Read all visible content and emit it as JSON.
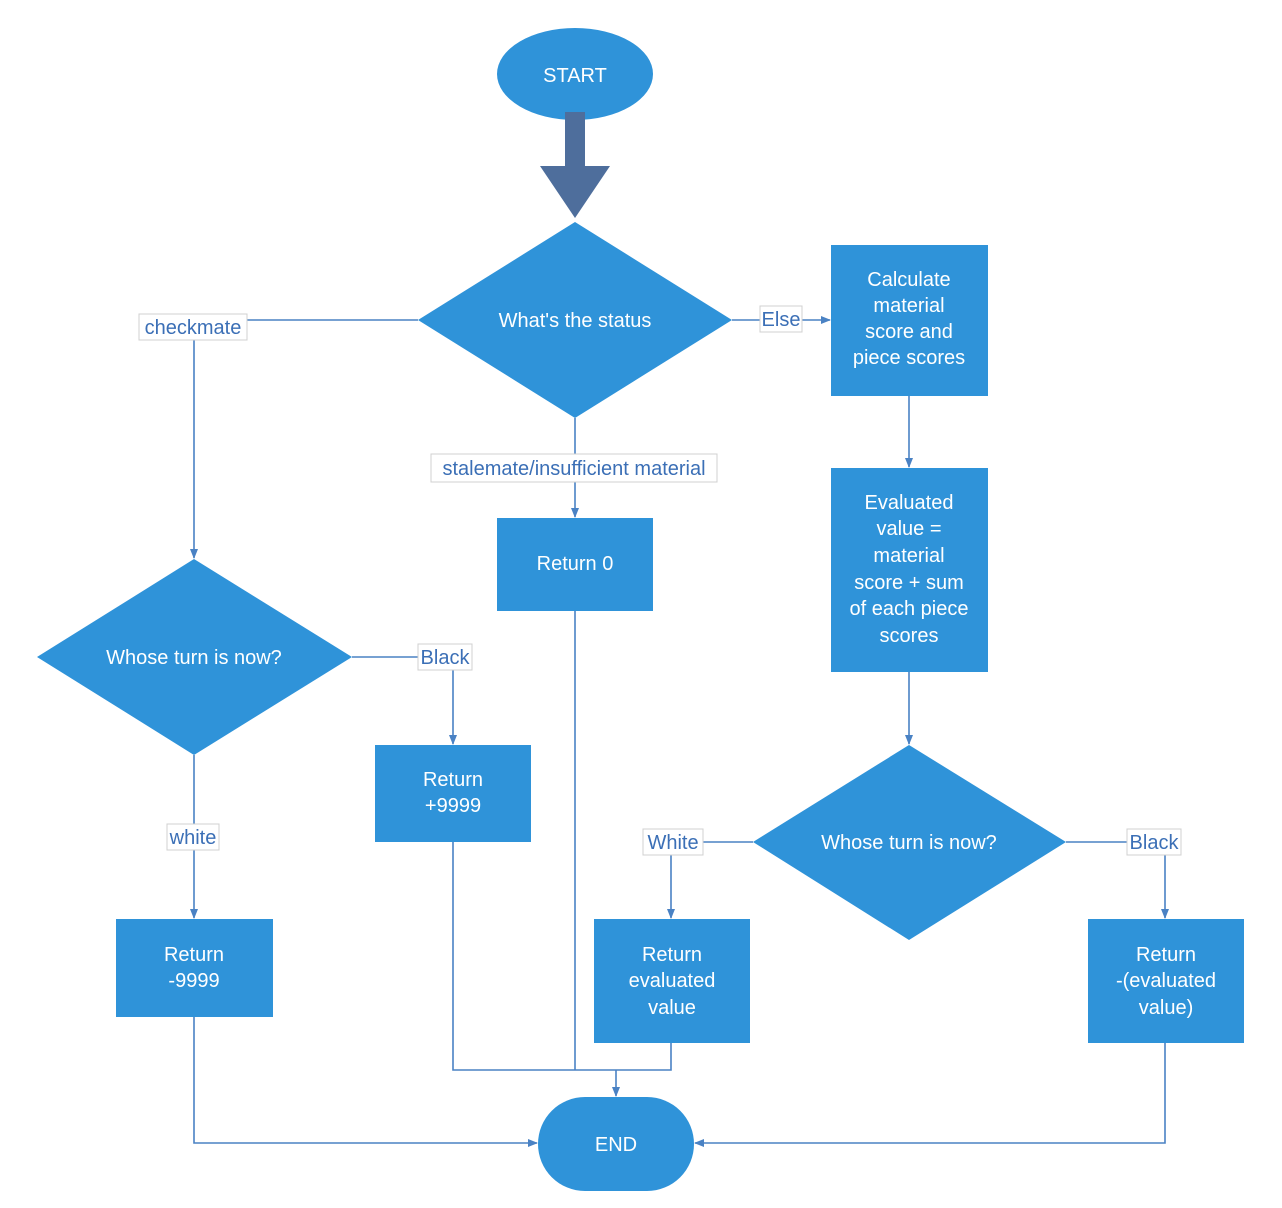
{
  "colors": {
    "node_fill": "#2f93d9",
    "connector": "#4a82c4",
    "start_arrow": "#4e6e9c",
    "label_text": "#3b6fb6"
  },
  "nodes": {
    "start": "START",
    "status_decision": "What's the status",
    "calculate_scores": [
      "Calculate",
      "material",
      "score and",
      "piece scores"
    ],
    "return_zero": "Return 0",
    "evaluated_value": [
      "Evaluated",
      "value =",
      "material",
      "score + sum",
      "of each piece",
      "scores"
    ],
    "turn_decision_left": "Whose turn is now?",
    "return_plus": [
      "Return",
      "+9999"
    ],
    "turn_decision_right": "Whose turn is now?",
    "return_minus": [
      "Return",
      "-9999"
    ],
    "return_evaluated": [
      "Return",
      "evaluated",
      "value"
    ],
    "return_negated": [
      "Return",
      "-(evaluated",
      "value)"
    ],
    "end": "END"
  },
  "edge_labels": {
    "checkmate": "checkmate",
    "else": "Else",
    "stalemate": "stalemate/insufficient material",
    "black_left": "Black",
    "white_left": "white",
    "white_right": "White",
    "black_right": "Black"
  }
}
